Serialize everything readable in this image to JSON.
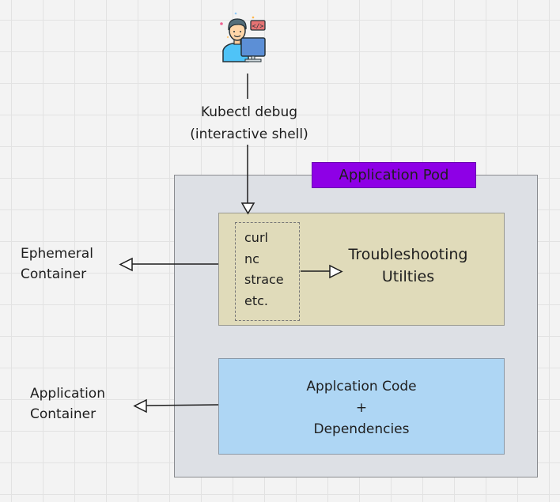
{
  "diagram": {
    "developer_icon": "developer-at-computer-icon",
    "command_label": [
      "Kubectl debug",
      "(interactive shell)"
    ],
    "pod": {
      "title": "Application Pod",
      "badge_color": "#8e00e6",
      "background_color": "#dde0e5"
    },
    "ephemeral_container": {
      "label": [
        "Ephemeral",
        "Container"
      ],
      "box_color": "#e0dbba",
      "tools": [
        "curl",
        "nc",
        "strace",
        "etc."
      ],
      "utilities_label": [
        "Troubleshooting",
        "Utilties"
      ]
    },
    "application_container": {
      "label": [
        "Application",
        "Container"
      ],
      "box_color": "#aed6f4",
      "content": [
        "Applcation Code",
        "+",
        "Dependencies"
      ]
    }
  }
}
